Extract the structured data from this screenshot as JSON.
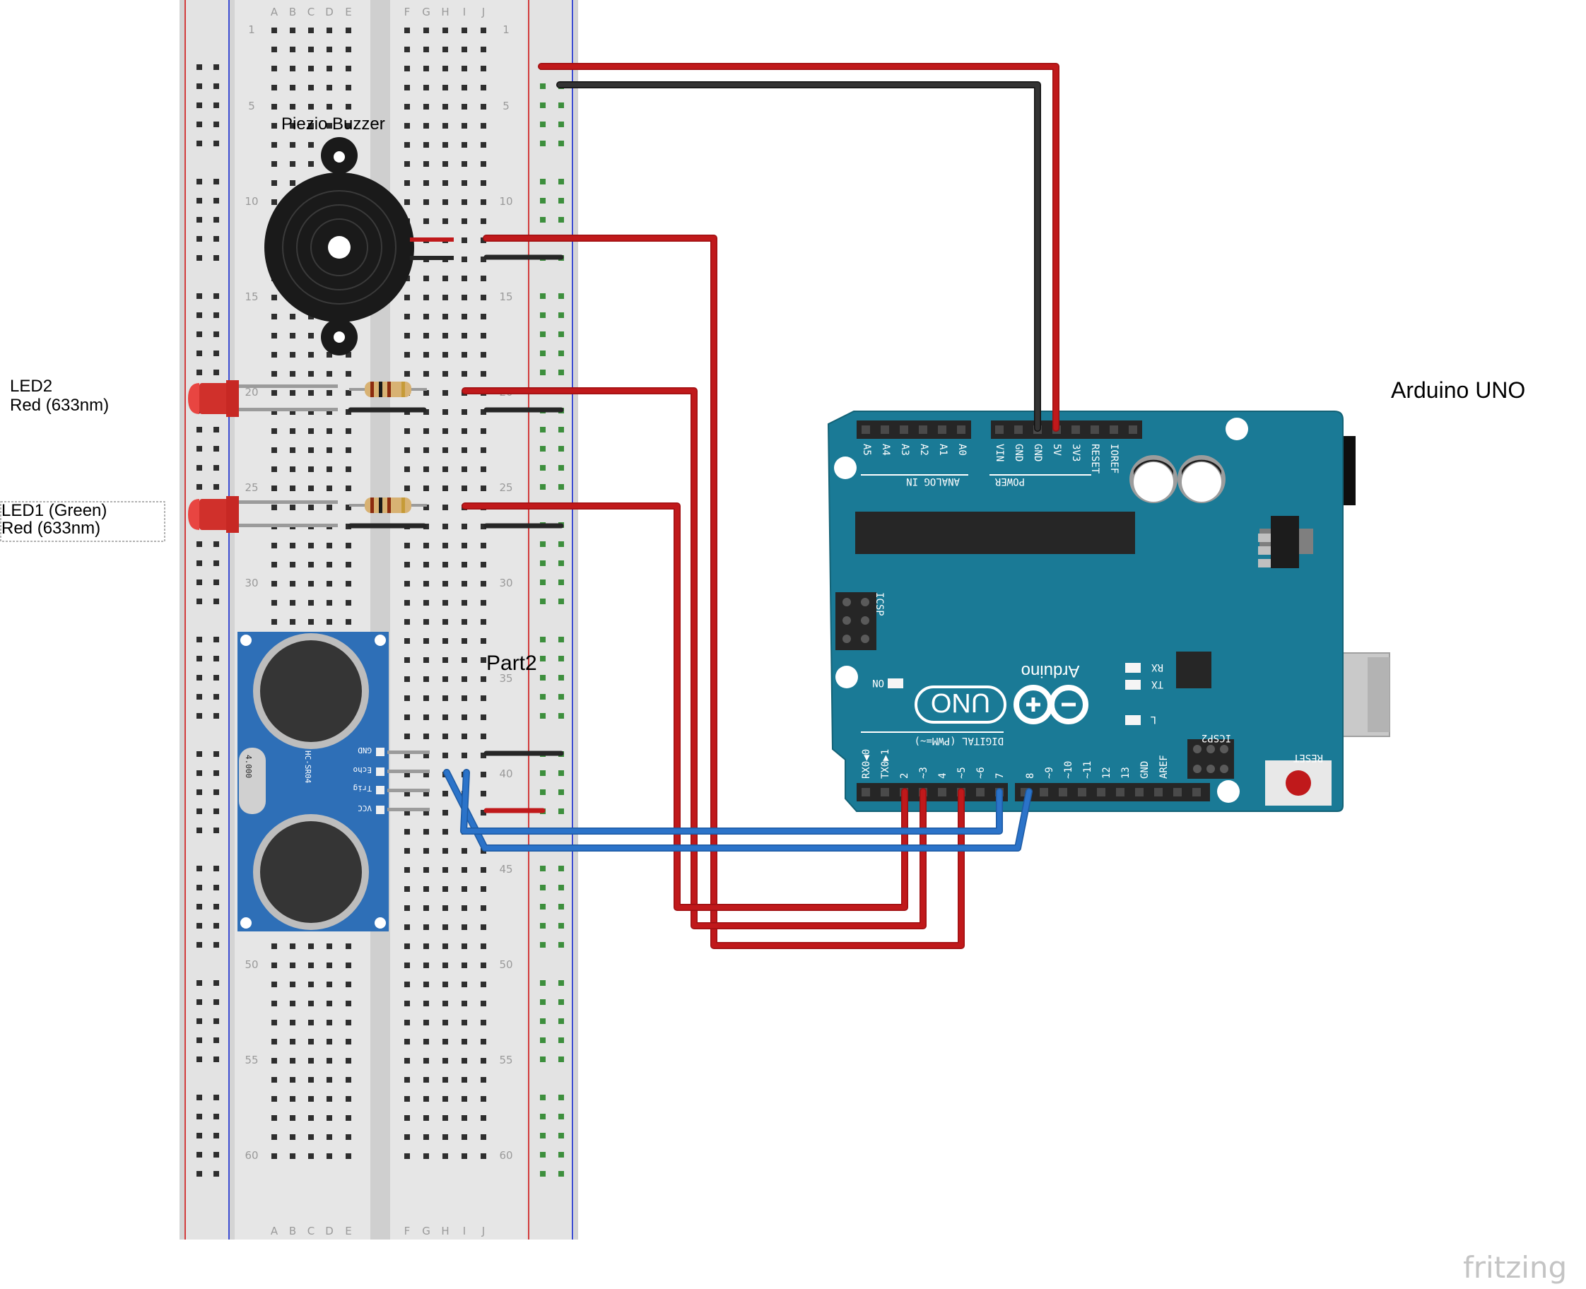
{
  "labels": {
    "piezo": "Piezio Buzzer",
    "led2_name": "LED2",
    "led2_color": "Red (633nm)",
    "led1_name": "LED1 (Green)",
    "led1_color": "Red (633nm)",
    "part2": "Part2",
    "arduino": "Arduino UNO",
    "watermark": "fritzing"
  },
  "breadboard": {
    "columns_left": [
      "A",
      "B",
      "C",
      "D",
      "E"
    ],
    "columns_right": [
      "F",
      "G",
      "H",
      "I",
      "J"
    ],
    "row_numbers": [
      "1",
      "5",
      "10",
      "15",
      "20",
      "25",
      "30",
      "35",
      "40",
      "45",
      "50",
      "55",
      "60"
    ]
  },
  "sensor": {
    "model": "HC-SR04",
    "crystal": "4.000",
    "pins": [
      "GND",
      "Echo",
      "Trig",
      "VCC"
    ]
  },
  "arduino": {
    "analog_pins": [
      "A5",
      "A4",
      "A3",
      "A2",
      "A1",
      "A0"
    ],
    "analog_label": "ANALOG IN",
    "power_pins": [
      "VIN",
      "GND",
      "GND",
      "5V",
      "3V3",
      "RESET",
      "IOREF"
    ],
    "power_label": "POWER",
    "digital_label": "DIGITAL (PWM=~)",
    "digital_pins": [
      "RX0◀0",
      "TX0▶1",
      "2",
      "~3",
      "4",
      "~5",
      "~6",
      "7",
      "8",
      "~9",
      "~10",
      "~11",
      "12",
      "13",
      "GND",
      "AREF"
    ],
    "icsp": "ICSP",
    "icsp2": "ICSP2",
    "on": "ON",
    "tx": "TX",
    "rx": "RX",
    "l": "L",
    "reset": "RESET",
    "brand": "Arduino",
    "uno": "UNO"
  },
  "colors": {
    "wire_red": "#c0191b",
    "wire_black": "#262626",
    "wire_blue": "#2b73c9",
    "board_teal": "#1a7a96",
    "sensor_blue": "#2e6fb7"
  }
}
